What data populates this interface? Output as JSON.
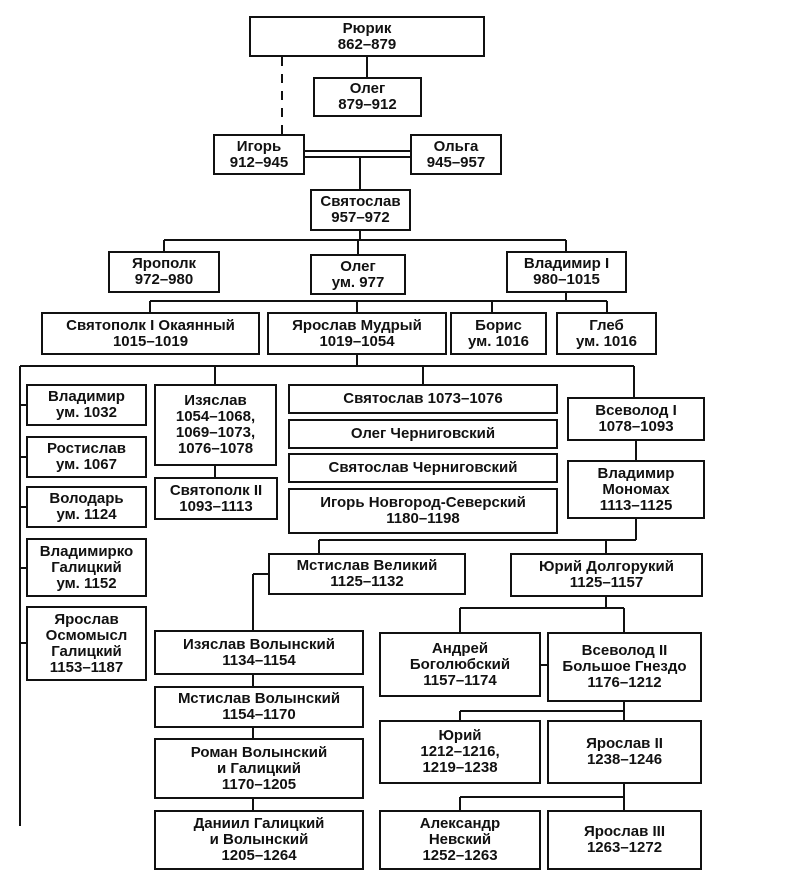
{
  "nodes": {
    "rurik": {
      "name": "Рюрик",
      "years": "862–879"
    },
    "oleg_prophet": {
      "name": "Олег",
      "years": "879–912"
    },
    "igor": {
      "name": "Игорь",
      "years": "912–945"
    },
    "olga": {
      "name": "Ольга",
      "years": "945–957"
    },
    "svyatoslav": {
      "name": "Святослав",
      "years": "957–972"
    },
    "yaropolk": {
      "name": "Ярополк",
      "years": "972–980"
    },
    "oleg_977": {
      "name": "Олег",
      "years": "ум. 977"
    },
    "vladimir1": {
      "name": "Владимир I",
      "years": "980–1015"
    },
    "svyatopolk1": {
      "name": "Святополк I Окаянный",
      "years": "1015–1019"
    },
    "yaroslav_wise": {
      "name": "Ярослав Мудрый",
      "years": "1019–1054"
    },
    "boris": {
      "name": "Борис",
      "years": "ум. 1016"
    },
    "gleb": {
      "name": "Глеб",
      "years": "ум. 1016"
    },
    "vladimir_1032": {
      "name": "Владимир",
      "years": "ум. 1032"
    },
    "izyaslav": {
      "name": "Изяслав",
      "years1": "1054–1068,",
      "years2": "1069–1073,",
      "years3": "1076–1078"
    },
    "svyatoslav_1073": {
      "name": "Святослав 1073–1076"
    },
    "oleg_chern": {
      "name": "Олег Черниговский"
    },
    "svyatoslav_chern": {
      "name": "Святослав Черниговский"
    },
    "igor_ns": {
      "name": "Игорь Новгород-Северский",
      "years": "1180–1198"
    },
    "vsevolod1": {
      "name": "Всеволод I",
      "years": "1078–1093"
    },
    "rostislav": {
      "name": "Ростислав",
      "years": "ум. 1067"
    },
    "svyatopolk2": {
      "name": "Святополк II",
      "years": "1093–1113"
    },
    "vladimir_mon": {
      "line1": "Владимир",
      "line2": "Мономах",
      "years": "1113–1125"
    },
    "volodar": {
      "name": "Володарь",
      "years": "ум. 1124"
    },
    "vladimirko": {
      "line1": "Владимирко",
      "line2": "Галицкий",
      "years": "ум. 1152"
    },
    "mstislav_great": {
      "name": "Мстислав Великий",
      "years": "1125–1132"
    },
    "yuri_dolg": {
      "name": "Юрий Долгорукий",
      "years": "1125–1157"
    },
    "yaroslav_osm": {
      "line1": "Ярослав",
      "line2": "Осмомысл",
      "line3": "Галицкий",
      "years": "1153–1187"
    },
    "izyaslav_vol": {
      "name": "Изяслав Волынский",
      "years": "1134–1154"
    },
    "andrei": {
      "line1": "Андрей",
      "line2": "Боголюбский",
      "years": "1157–1174"
    },
    "vsevolod2": {
      "line1": "Всеволод II",
      "line2": "Большое Гнездо",
      "years": "1176–1212"
    },
    "mstislav_vol": {
      "name": "Мстислав Волынский",
      "years": "1154–1170"
    },
    "roman": {
      "line1": "Роман Волынский",
      "line2": "и Галицкий",
      "years": "1170–1205"
    },
    "yuri": {
      "name": "Юрий",
      "years1": "1212–1216,",
      "years2": "1219–1238"
    },
    "yaroslav2": {
      "name": "Ярослав II",
      "years": "1238–1246"
    },
    "daniil": {
      "line1": "Даниил Галицкий",
      "line2": "и Волынский",
      "years": "1205–1264"
    },
    "alexander": {
      "line1": "Александр",
      "line2": "Невский",
      "years": "1252–1263"
    },
    "yaroslav3": {
      "name": "Ярослав III",
      "years": "1263–1272"
    }
  }
}
